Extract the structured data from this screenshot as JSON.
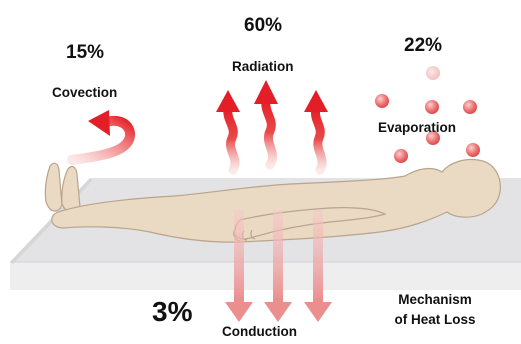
{
  "mechanisms": {
    "convection": {
      "percent": "15%",
      "label": "Covection"
    },
    "radiation": {
      "percent": "60%",
      "label": "Radiation"
    },
    "evaporation": {
      "percent": "22%",
      "label": "Evaporation"
    },
    "conduction": {
      "percent": "3%",
      "label": "Conduction"
    }
  },
  "caption": {
    "line1": "Mechanism",
    "line2": "of Heat Loss"
  },
  "colors": {
    "heat_arrow": "#e41e26",
    "conduction_arrow": "#ef9a9a",
    "droplet": "#e35b5b",
    "body_fill": "#ead9c3",
    "body_stroke": "#b9a48c",
    "mattress_top": "#e3e3e5",
    "mattress_side": "#ededee"
  },
  "icons": [
    "convection-arrow-icon",
    "radiation-arrow-icon",
    "conduction-arrow-icon",
    "evaporation-droplet-icon"
  ]
}
